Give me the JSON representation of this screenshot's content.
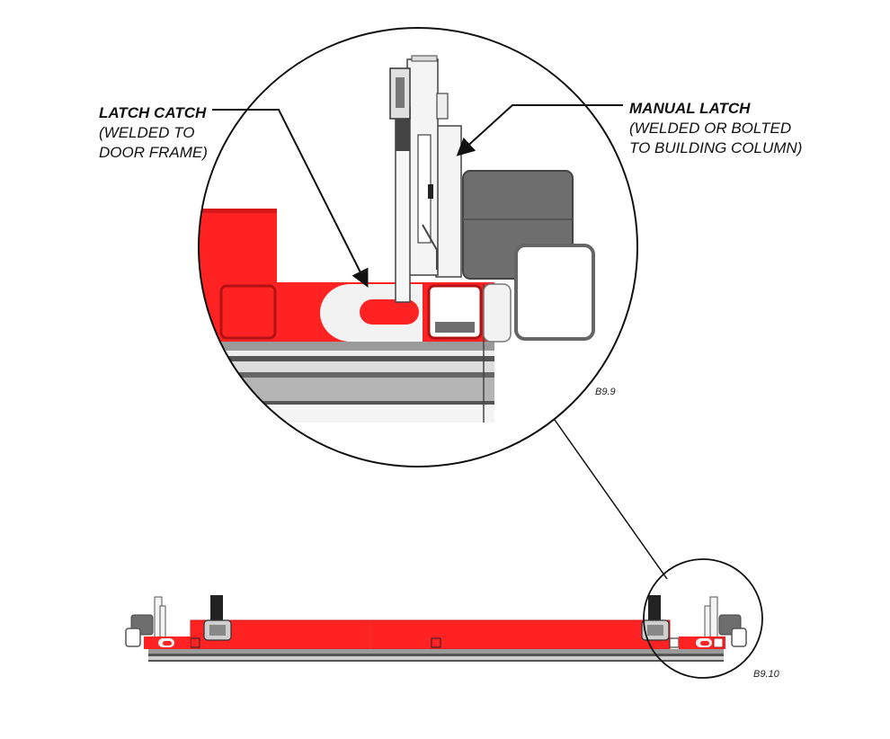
{
  "callouts": {
    "latch_catch": {
      "title": "LATCH CATCH",
      "line1": "(WELDED TO",
      "line2": "DOOR FRAME)"
    },
    "manual_latch": {
      "title": "MANUAL LATCH",
      "line1": "(WELDED OR BOLTED",
      "line2": "TO BUILDING COLUMN)"
    }
  },
  "figures": {
    "detail": "B9.9",
    "overview": "B9.10"
  },
  "colors": {
    "door_red": "#ff2222",
    "steel_gray": "#6e6e6e",
    "rail_gray": "#b4b4b4",
    "outline": "#111111"
  }
}
